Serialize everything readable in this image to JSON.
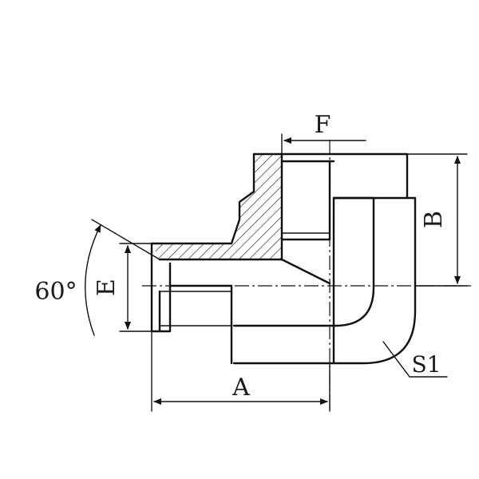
{
  "labels": {
    "angle": "60°",
    "dim_e": "E",
    "dim_f": "F",
    "dim_b": "B",
    "dim_a": "A",
    "dim_s1": "S1"
  },
  "colors": {
    "line": "#111111",
    "background": "#ffffff"
  }
}
